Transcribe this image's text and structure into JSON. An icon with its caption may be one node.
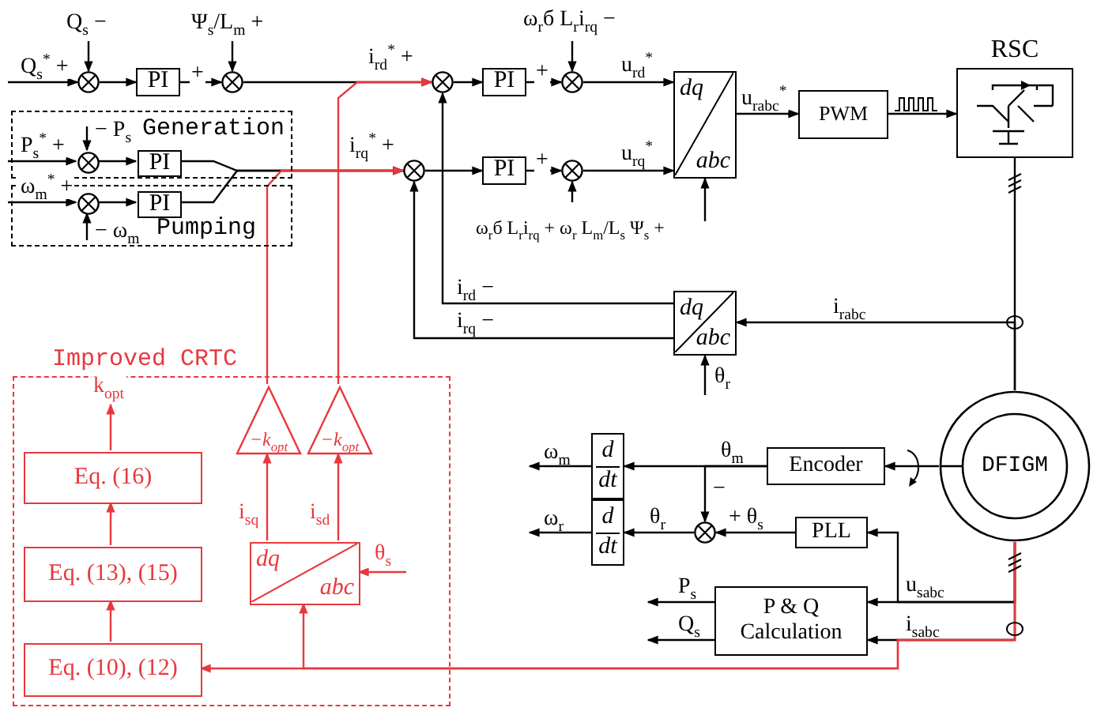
{
  "diagram": {
    "nodes": [
      {
        "text": [],
        "shape": "circle"
      },
      {
        "text": [
          "PI"
        ]
      },
      {
        "text": [],
        "shape": "circle"
      },
      {
        "text": [
          "Generation"
        ]
      },
      {
        "text": [],
        "shape": "circle",
        "in": 3
      },
      {
        "text": [
          "PI"
        ],
        "in": 3
      },
      {
        "text": [
          "Pumping"
        ]
      },
      {
        "text": [],
        "shape": "circle",
        "in": 6
      },
      {
        "text": [
          "PI"
        ],
        "in": 6
      },
      {
        "text": [],
        "shape": "circle"
      },
      {
        "text": [
          "PI"
        ]
      },
      {
        "text": [],
        "shape": "circle"
      },
      {
        "text": [],
        "shape": "circle"
      },
      {
        "text": [
          "PI"
        ]
      },
      {
        "text": [],
        "shape": "circle"
      },
      {
        "text": [
          "dq",
          "abc"
        ]
      },
      {
        "text": [
          "PWM"
        ]
      },
      {
        "text": [
          "RSC"
        ]
      },
      {
        "text": [
          "dq",
          "abc"
        ]
      },
      {
        "text": [
          "DFIGM"
        ]
      },
      {
        "text": [
          "Encoder"
        ]
      },
      {
        "text": [
          "d",
          "dt"
        ]
      },
      {
        "text": [
          "d",
          "dt"
        ]
      },
      {
        "text": [],
        "shape": "circle"
      },
      {
        "text": [
          "PLL"
        ]
      },
      {
        "text": [
          "P & Q Calculation"
        ]
      },
      {
        "text": [
          "Improved CRTC"
        ]
      },
      {
        "text": [
          "Eq. (16)"
        ],
        "in": 26
      },
      {
        "text": [
          "Eq. (13), (15)"
        ],
        "in": 26
      },
      {
        "text": [
          "Eq. (10), (12)"
        ],
        "in": 26
      },
      {
        "text": [
          "−k$_{opt}$"
        ],
        "in": 26
      },
      {
        "text": [
          "−k$_{opt}$"
        ],
        "in": 26
      },
      {
        "text": [
          "dq",
          "abc"
        ],
        "in": 26
      }
    ],
    "edges": [
      {
        "from": null,
        "to": 0,
        "arrow": "to",
        "label": "Q$_{s}$$^{*}$ +"
      },
      {
        "from": null,
        "to": 0,
        "arrow": "to",
        "label": "Q$_{s}$ −"
      },
      {
        "from": 0,
        "to": 1,
        "arrow": "to"
      },
      {
        "from": 1,
        "to": 2,
        "arrow": "to",
        "label": "+"
      },
      {
        "from": null,
        "to": 2,
        "arrow": "to",
        "label": "Ψ$_{s}$/L$_{m}$ +"
      },
      {
        "from": 2,
        "to": 9,
        "arrow": "to",
        "label": "i$_{rd}$$^{*}$ +"
      },
      {
        "from": null,
        "to": 4,
        "arrow": "to",
        "label": "P$_{s}$$^{*}$ +"
      },
      {
        "from": null,
        "to": 4,
        "arrow": "to",
        "label": "− P$_{s}$"
      },
      {
        "from": 4,
        "to": 5,
        "arrow": "to"
      },
      {
        "from": null,
        "to": 7,
        "arrow": "to",
        "label": "ω$_{m}$$^{*}$ +"
      },
      {
        "from": null,
        "to": 7,
        "arrow": "to",
        "label": "− ω$_{m}$"
      },
      {
        "from": 7,
        "to": 8,
        "arrow": "to"
      },
      {
        "from": 5,
        "to": 12,
        "arrow": "to",
        "label": "i$_{rq}$$^{*}$ +"
      },
      {
        "from": 8,
        "to": 12,
        "arrow": "to"
      },
      {
        "from": 9,
        "to": 10,
        "arrow": "to"
      },
      {
        "from": 10,
        "to": 11,
        "arrow": "to",
        "label": "+"
      },
      {
        "from": null,
        "to": 11,
        "arrow": "to",
        "label": "ω$_{r}$б L$_{r}$i$_{rq}$ −"
      },
      {
        "from": 11,
        "to": 15,
        "arrow": "to",
        "label": "u$_{rd}$$^{*}$"
      },
      {
        "from": 12,
        "to": 13,
        "arrow": "to"
      },
      {
        "from": 13,
        "to": 14,
        "arrow": "to",
        "label": "+"
      },
      {
        "from": null,
        "to": 14,
        "arrow": "to",
        "label": "ω$_{r}$б L$_{r}$i$_{rq}$ + ω$_{r}$ L$_{m}$/L$_{s}$ Ψ$_{s}$ +"
      },
      {
        "from": 14,
        "to": 15,
        "arrow": "to",
        "label": "u$_{rq}$$^{*}$"
      },
      {
        "from": null,
        "to": 15,
        "arrow": "to"
      },
      {
        "from": 15,
        "to": 16,
        "arrow": "to",
        "label": "u$_{rabc}$$^{*}$"
      },
      {
        "from": 16,
        "to": 17,
        "arrow": "to"
      },
      {
        "from": 17,
        "to": 19,
        "arrow": "none"
      },
      {
        "from": 19,
        "to": 18,
        "arrow": "to",
        "label": "i$_{rabc}$"
      },
      {
        "from": 18,
        "to": 9,
        "arrow": "to",
        "label": "i$_{rd}$ −"
      },
      {
        "from": 18,
        "to": 12,
        "arrow": "to",
        "label": "i$_{rq}$ −"
      },
      {
        "from": null,
        "to": 18,
        "arrow": "to",
        "label": "θ$_{r}$"
      },
      {
        "from": 19,
        "to": 20,
        "arrow": "to"
      },
      {
        "from": 20,
        "to": 21,
        "arrow": "to",
        "label": "θ$_{m}$"
      },
      {
        "from": 20,
        "to": 23,
        "arrow": "to",
        "label": "−"
      },
      {
        "from": 24,
        "to": 23,
        "arrow": "to",
        "label": "+ θ$_{s}$"
      },
      {
        "from": 23,
        "to": 22,
        "arrow": "to",
        "label": "θ$_{r}$"
      },
      {
        "from": 21,
        "to": null,
        "arrow": "to",
        "label": "ω$_{m}$"
      },
      {
        "from": 22,
        "to": null,
        "arrow": "to",
        "label": "ω$_{r}$"
      },
      {
        "from": 19,
        "to": 24,
        "arrow": "to"
      },
      {
        "from": 19,
        "to": 25,
        "arrow": "to",
        "label": "u$_{sabc}$"
      },
      {
        "from": 19,
        "to": 25,
        "arrow": "to",
        "label": "i$_{sabc}$"
      },
      {
        "from": 25,
        "to": null,
        "arrow": "to",
        "label": "P$_{s}$"
      },
      {
        "from": 25,
        "to": null,
        "arrow": "to",
        "label": "Q$_{s}$"
      },
      {
        "from": 19,
        "to": 29,
        "arrow": "to",
        "color": "#e8383d"
      },
      {
        "from": 19,
        "to": 32,
        "arrow": "to",
        "color": "#e8383d"
      },
      {
        "from": 32,
        "to": 30,
        "arrow": "to",
        "label": "i$_{sq}$",
        "color": "#e8383d"
      },
      {
        "from": 32,
        "to": 31,
        "arrow": "to",
        "label": "i$_{sd}$",
        "color": "#e8383d"
      },
      {
        "from": null,
        "to": 32,
        "arrow": "to",
        "label": "θ$_{s}$",
        "color": "#e8383d"
      },
      {
        "from": 29,
        "to": 28,
        "arrow": "to",
        "color": "#e8383d"
      },
      {
        "from": 28,
        "to": 27,
        "arrow": "to",
        "color": "#e8383d"
      },
      {
        "from": 27,
        "to": null,
        "arrow": "to",
        "label": "k$_{opt}$",
        "color": "#e8383d"
      },
      {
        "from": 30,
        "to": 12,
        "arrow": "to",
        "color": "#e8383d"
      },
      {
        "from": 31,
        "to": 9,
        "arrow": "to",
        "color": "#e8383d"
      }
    ]
  }
}
